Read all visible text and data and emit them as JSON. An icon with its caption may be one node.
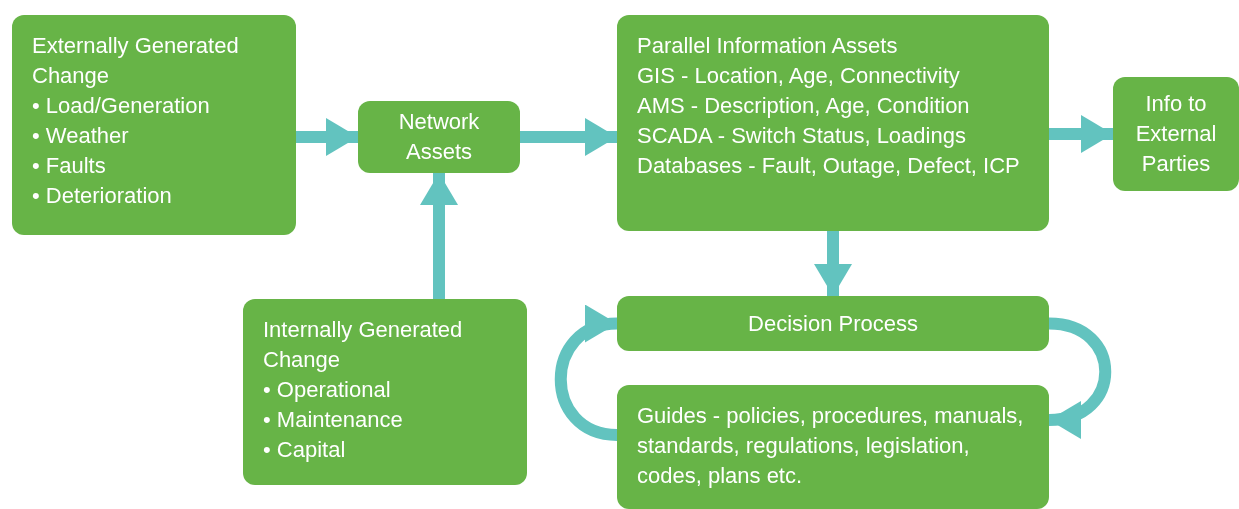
{
  "diagram": {
    "nodes": [
      {
        "text": [
          "Externally Generated Change",
          "• Load/Generation",
          "• Weather",
          "• Faults",
          "• Deterioration"
        ]
      },
      {
        "text": [
          "Network Assets"
        ]
      },
      {
        "text": [
          "Parallel Information Assets",
          "GIS - Location, Age, Connectivity",
          "AMS - Description, Age, Condition",
          "SCADA - Switch Status, Loadings",
          "Databases - Fault, Outage, Defect, ICP"
        ]
      },
      {
        "text": [
          "Info to External Parties"
        ]
      },
      {
        "text": [
          "Internally Generated Change",
          "• Operational",
          "• Maintenance",
          "• Capital"
        ]
      },
      {
        "text": [
          "Decision Process"
        ]
      },
      {
        "text": [
          "Guides - policies, procedures, manuals, standards, regulations, legislation, codes, plans etc."
        ]
      }
    ],
    "edges": [
      {
        "from": 0,
        "to": 1,
        "arrow": "to"
      },
      {
        "from": 1,
        "to": 2,
        "arrow": "to"
      },
      {
        "from": 2,
        "to": 3,
        "arrow": "to"
      },
      {
        "from": 4,
        "to": 1,
        "arrow": "to"
      },
      {
        "from": 2,
        "to": 5,
        "arrow": "to"
      },
      {
        "from": 5,
        "to": 6,
        "arrow": "to"
      },
      {
        "from": 6,
        "to": 5,
        "arrow": "to"
      }
    ]
  }
}
